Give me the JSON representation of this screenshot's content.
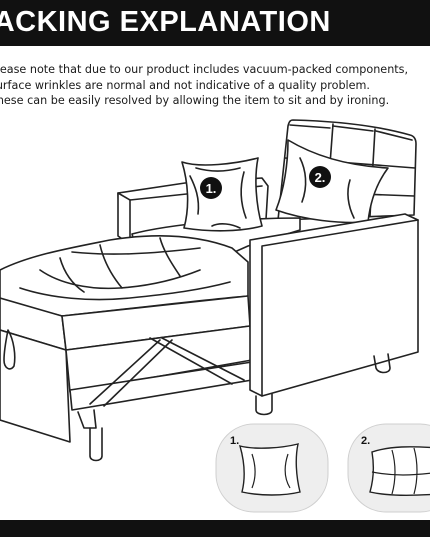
{
  "header": {
    "title": "PACKING EXPLANATION"
  },
  "notice": {
    "lines": [
      "Please note that due to our product includes vacuum-packed components,",
      "surface wrinkles are normal and not indicative of a quality problem.",
      "These can be easily resolved by allowing the item to sit and by ironing."
    ]
  },
  "illustration": {
    "badges": [
      "1.",
      "2."
    ]
  },
  "callouts": [
    {
      "label": "1."
    },
    {
      "label": "2."
    }
  ],
  "colors": {
    "header_bg": "#111111",
    "header_text": "#ffffff",
    "line_art": "#222222",
    "callout_bg": "#eeeeee"
  }
}
